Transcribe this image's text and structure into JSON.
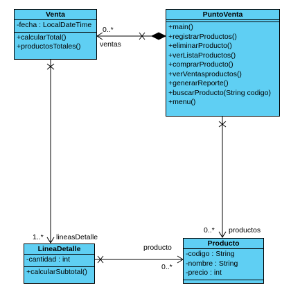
{
  "classes": {
    "venta": {
      "name": "Venta",
      "attributes": [
        "-fecha : LocalDateTime"
      ],
      "methods": [
        "+calcularTotal()",
        "+productosTotales()"
      ]
    },
    "puntoventa": {
      "name": "PuntoVenta",
      "attributes": [],
      "methods": [
        "+main()",
        "+registrarProductos()",
        "+eliminarProducto()",
        "+verListaProductos()",
        "+comprarProducto()",
        "+verVentasproductos()",
        "+generarReporte()",
        "+buscarProducto(String codigo)",
        "+menu()"
      ]
    },
    "lineadetalle": {
      "name": "LineaDetalle",
      "attributes": [
        "-cantidad : int"
      ],
      "methods": [
        "+calcularSubtotal()"
      ]
    },
    "producto": {
      "name": "Producto",
      "attributes": [
        "-codigo : String",
        "-nombre : String",
        "-precio : int"
      ],
      "methods": []
    }
  },
  "labels": {
    "ventas_mult": "0..*",
    "ventas_role": "ventas",
    "lineas_mult": "1..*",
    "lineas_role": "lineasDetalle",
    "productos_mult": "0..*",
    "productos_role": "productos",
    "producto_role": "producto",
    "producto_mult": "0..*"
  },
  "colors": {
    "class_fill": "#5fcff3",
    "line": "#000000"
  }
}
